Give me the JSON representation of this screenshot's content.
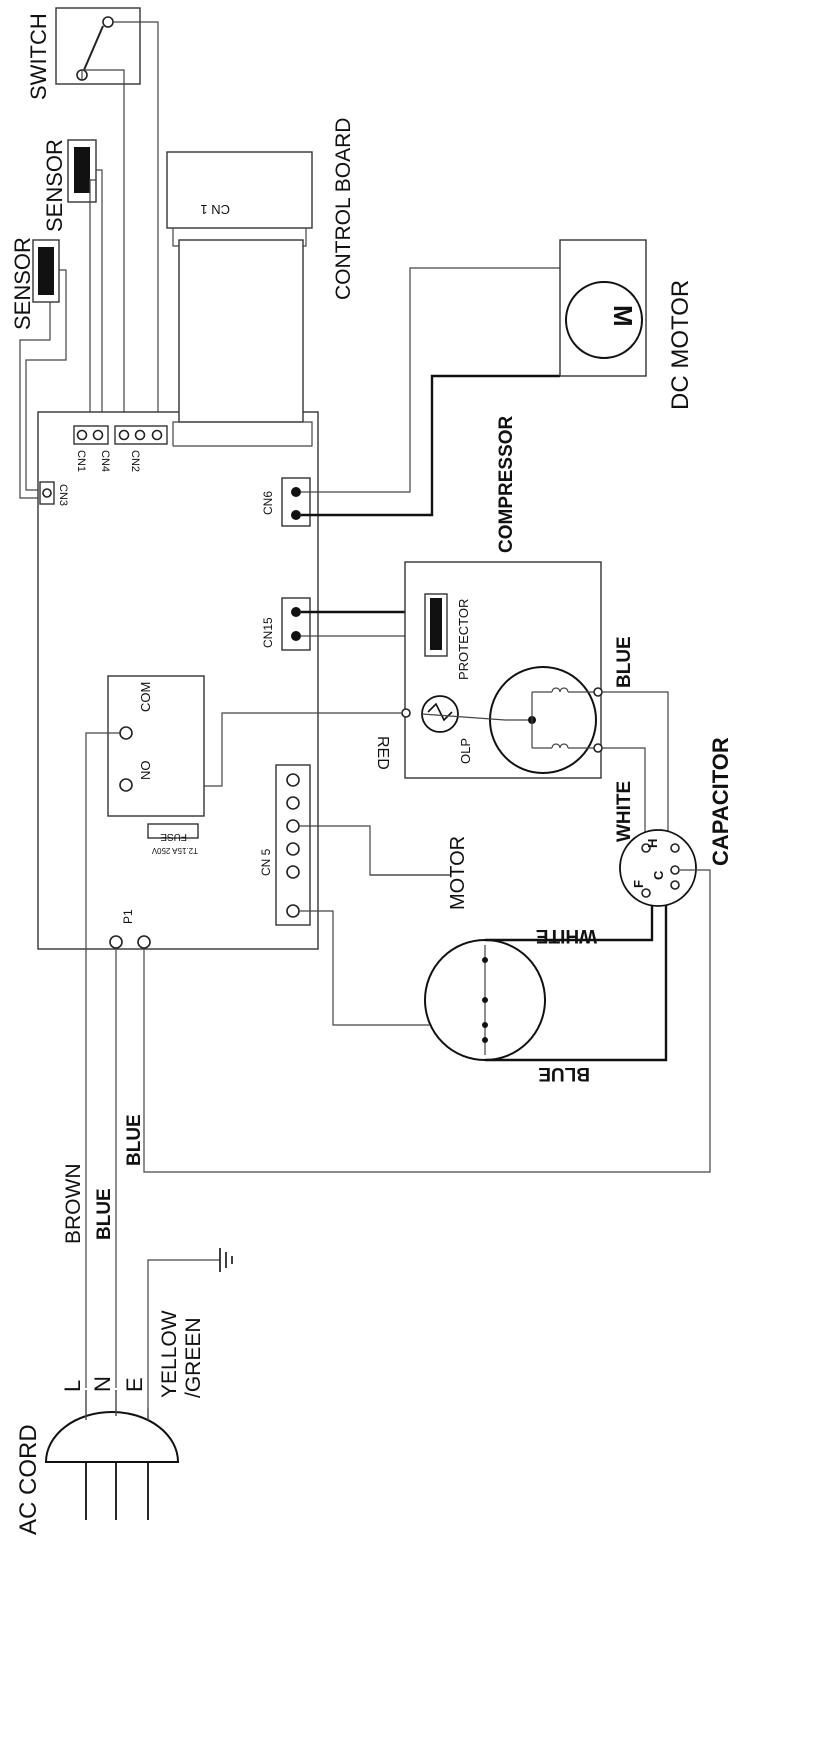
{
  "labels": {
    "switch": "SWITCH",
    "sensor_1": "SENSOR",
    "sensor_2": "SENSOR",
    "control_board": "CONTROL BOARD",
    "cn1": "CN 1",
    "cn1_terminal": "CN1",
    "cn4": "CN4",
    "cn2": "CN2",
    "cn3": "CN3",
    "cn6": "CN6",
    "cn15": "CN15",
    "cn5": "CN 5",
    "dc_motor": "DC MOTOR",
    "motor_symbol": "M",
    "compressor": "COMPRESSOR",
    "protector": "PROTECTOR",
    "olp": "OLP",
    "red": "RED",
    "relay_no": "NO",
    "relay_com": "COM",
    "fuse": "FUSE",
    "fuse_rating": "T2.15A 250V",
    "p1": "P1",
    "fan_motor": "MOTOR",
    "white_top": "WHITE",
    "blue_bottom": "BLUE",
    "white_comp": "WHITE",
    "blue_comp": "BLUE",
    "capacitor": "CAPACITOR",
    "cap_h": "H",
    "cap_f": "F",
    "cap_c": "C",
    "brown": "BROWN",
    "blue_n": "BLUE",
    "blue_line": "BLUE",
    "yellow": "YELLOW",
    "green": "/GREEN",
    "pin_l": "L",
    "pin_n": "N",
    "pin_e": "E",
    "ac_cord": "AC CORD"
  }
}
